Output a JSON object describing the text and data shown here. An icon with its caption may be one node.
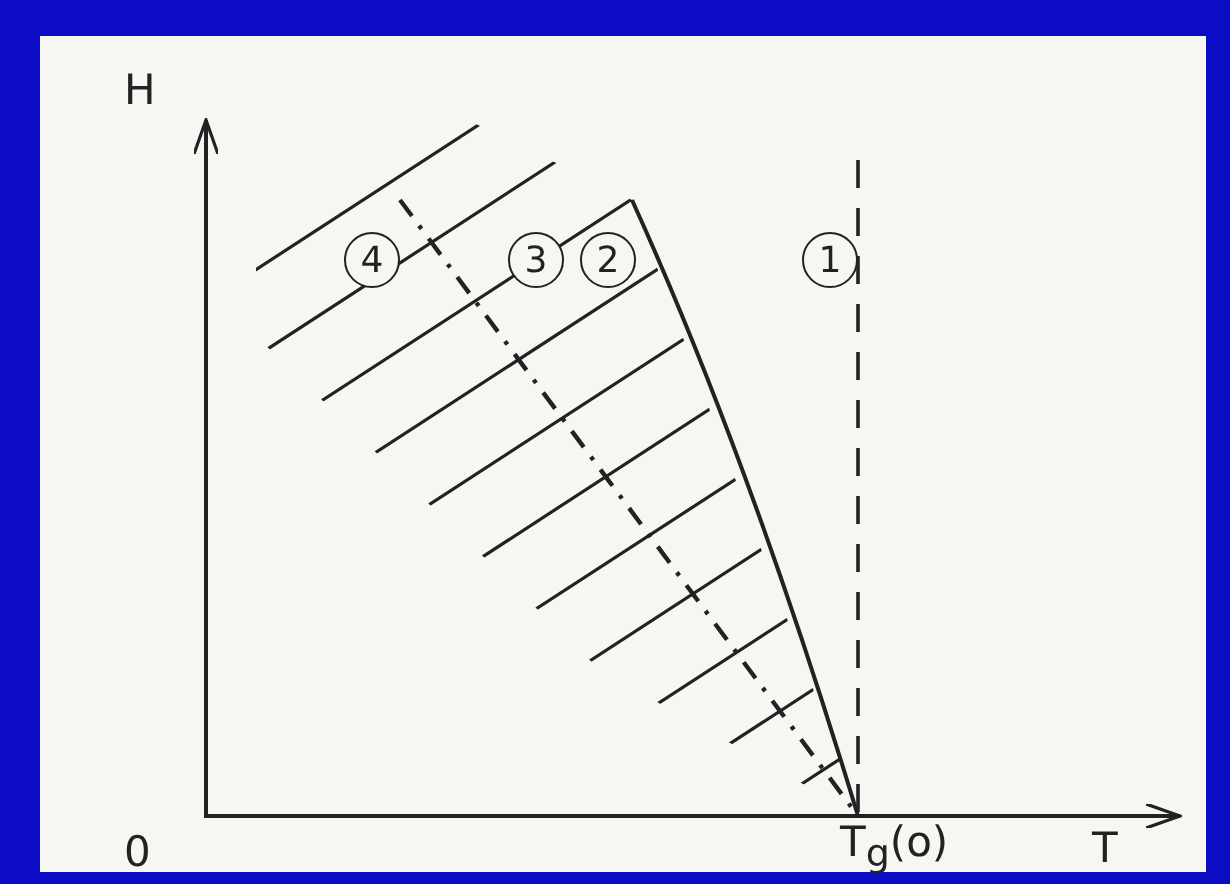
{
  "diagram": {
    "nodes": [
      {
        "text": [
          "4"
        ]
      },
      {
        "text": [
          "3"
        ]
      },
      {
        "text": [
          "2"
        ]
      },
      {
        "text": [
          "1"
        ]
      }
    ],
    "labels": [
      "H",
      "0",
      "T$_{g}$(o)",
      "T"
    ]
  }
}
